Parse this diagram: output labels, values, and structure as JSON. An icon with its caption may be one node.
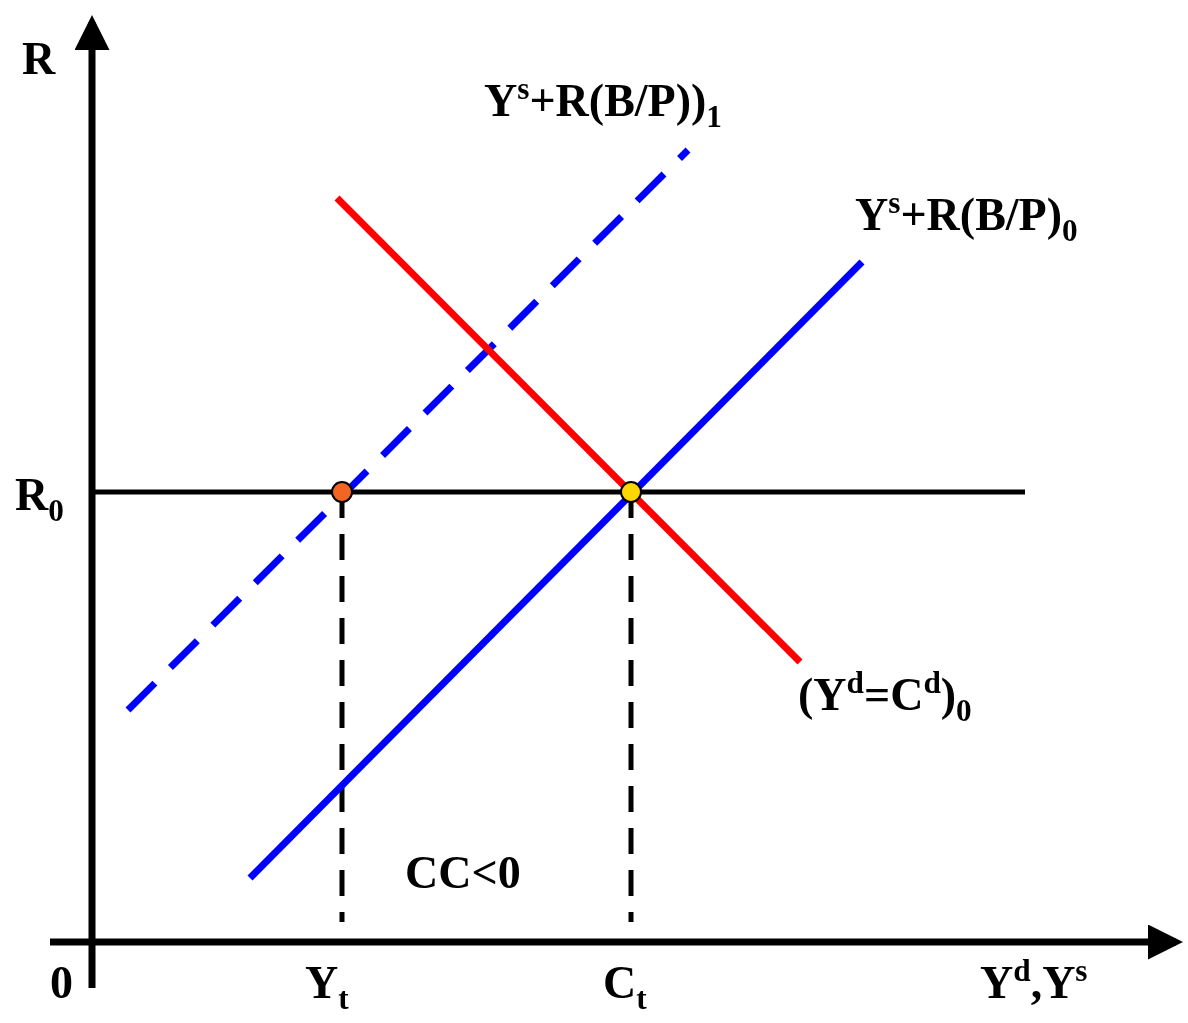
{
  "diagram": {
    "labels": [
      "R",
      "Y$^{s}$+R(B/P))$_{1}$",
      "Y$^{s}$+R(B/P)$_{0}$",
      "R$_{0}$",
      "(Y$^{d}$=C$^{d}$)$_{0}$",
      "CC<0",
      "0",
      "Y$_{t}$",
      "C$_{t}$",
      "Y$^{d}$,Y$^{s}$"
    ]
  }
}
